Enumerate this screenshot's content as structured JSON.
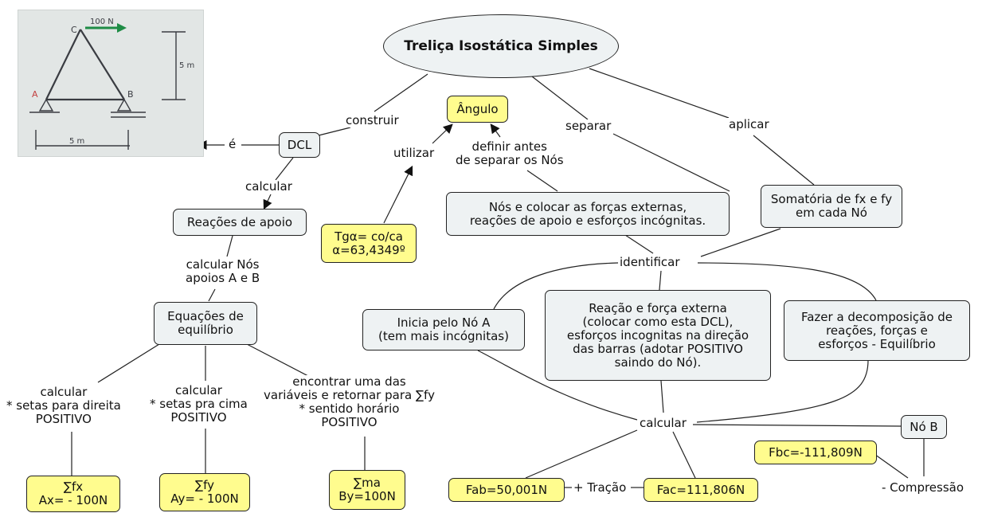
{
  "title": "Treliça Isostática Simples",
  "truss_image": {
    "node_c": "C",
    "node_a": "A",
    "node_b": "B",
    "load": "100 N",
    "height": "5 m",
    "width": "5 m"
  },
  "nodes": {
    "dcl": "DCL",
    "angulo": "Ângulo",
    "tg": "Tgα= co/ca\nα=63,4349º",
    "reacoes": "Reações de apoio",
    "nos_forcas": "Nós e colocar as forças externas,\nreações de apoio e esforços incógnitas.",
    "somatoria": "Somatória de fx e fy\nem cada Nó",
    "equacoes": "Equações de\nequilíbrio",
    "inicia": "Inicia pelo Nó A\n(tem mais incógnitas)",
    "reacao_forca": "Reação e força externa\n(colocar como esta DCL),\nesforços incognitas na direção\ndas barras (adotar POSITIVO\nsaindo do Nó).",
    "decomposicao": "Fazer a decomposição de\nreações, forças e\nesforços - Equilíbrio",
    "fx": "∑fx\nAx= - 100N",
    "fy": "∑fy\nAy= - 100N",
    "ma": "∑ma\nBy=100N",
    "fab": "Fab=50,001N",
    "fac": "Fac=111,806N",
    "fbc": "Fbc=-111,809N",
    "no_b": "Nó B"
  },
  "links": {
    "construir": "construir",
    "separar": "separar",
    "aplicar": "aplicar",
    "e": "é",
    "utilizar": "utilizar",
    "definir": "definir antes\nde separar os Nós",
    "calcular": "calcular",
    "calcular_nos": "calcular Nós\napoios A e B",
    "identificar": "identificar",
    "calc_fx": "calcular\n* setas para direita\nPOSITIVO",
    "calc_fy": "calcular\n* setas pra cima\nPOSITIVO",
    "encontrar": "encontrar uma das\nvariáveis e retornar para ∑fy\n* sentido horário\nPOSITIVO",
    "calcular2": "calcular",
    "tracao": "+ Tração",
    "compressao": "- Compressão"
  }
}
